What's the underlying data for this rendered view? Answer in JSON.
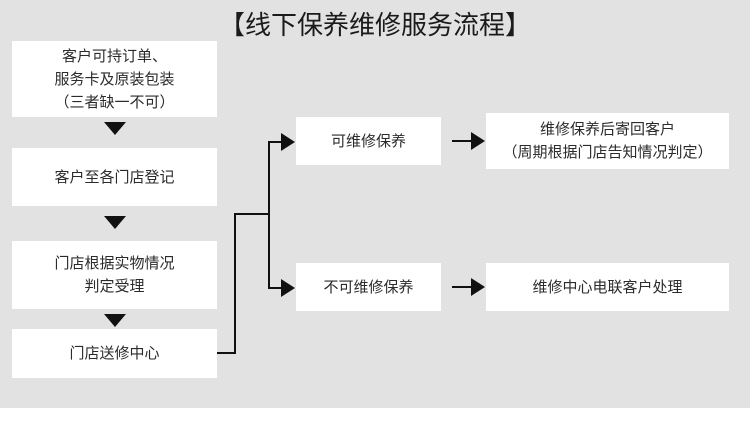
{
  "page": {
    "title": "【线下保养维修服务流程】",
    "background_color": "#e2e2e2",
    "node_color": "#ffffff",
    "line_color": "#111111",
    "text_color": "#2b2b2b"
  },
  "flow": {
    "left_column": [
      {
        "id": "step-1",
        "text": "客户可持订单、\n服务卡及原装包装\n（三者缺一不可）",
        "lines": [
          "客户可持订单、",
          "服务卡及原装包装",
          "（三者缺一不可）"
        ]
      },
      {
        "id": "step-2",
        "text": "客户至各门店登记",
        "lines": [
          "客户至各门店登记"
        ]
      },
      {
        "id": "step-3",
        "text": "门店根据实物情况\n判定受理",
        "lines": [
          "门店根据实物情况",
          "判定受理"
        ]
      },
      {
        "id": "step-4",
        "text": "门店送修中心",
        "lines": [
          "门店送修中心"
        ]
      }
    ],
    "middle_column": [
      {
        "id": "branch-yes",
        "text": "可维修保养",
        "lines": [
          "可维修保养"
        ]
      },
      {
        "id": "branch-no",
        "text": "不可维修保养",
        "lines": [
          "不可维修保养"
        ]
      }
    ],
    "right_column": [
      {
        "id": "outcome-yes",
        "text": "维修保养后寄回客户\n（周期根据门店告知情况判定）",
        "lines": [
          "维修保养后寄回客户",
          "（周期根据门店告知情况判定）"
        ]
      },
      {
        "id": "outcome-no",
        "text": "维修中心电联客户处理",
        "lines": [
          "维修中心电联客户处理"
        ]
      }
    ],
    "connectors": {
      "down_arrows": 3,
      "right_arrows": 4,
      "split_label": "branch-split"
    }
  }
}
